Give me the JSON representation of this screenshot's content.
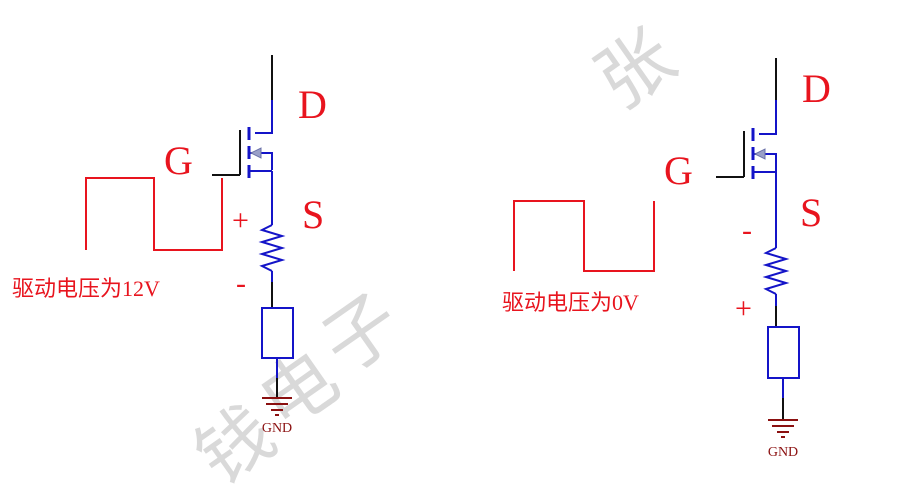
{
  "colors": {
    "label_red": "#e8141e",
    "wire_black": "#111111",
    "wire_blue": "#1414c8",
    "gnd_dark_red": "#8b1010",
    "watermark": "#d9d9d9"
  },
  "watermark": {
    "chars": [
      "张",
      "钱",
      "电",
      "子"
    ]
  },
  "circuits": [
    {
      "pins": {
        "drain": "D",
        "gate": "G",
        "source": "S"
      },
      "signs": {
        "upper": "+",
        "lower": "-"
      },
      "drive_label": "驱动电压为12V",
      "gnd_label": "GND"
    },
    {
      "pins": {
        "drain": "D",
        "gate": "G",
        "source": "S"
      },
      "signs": {
        "upper": "-",
        "lower": "+"
      },
      "drive_label": "驱动电压为0V",
      "gnd_label": "GND"
    }
  ]
}
